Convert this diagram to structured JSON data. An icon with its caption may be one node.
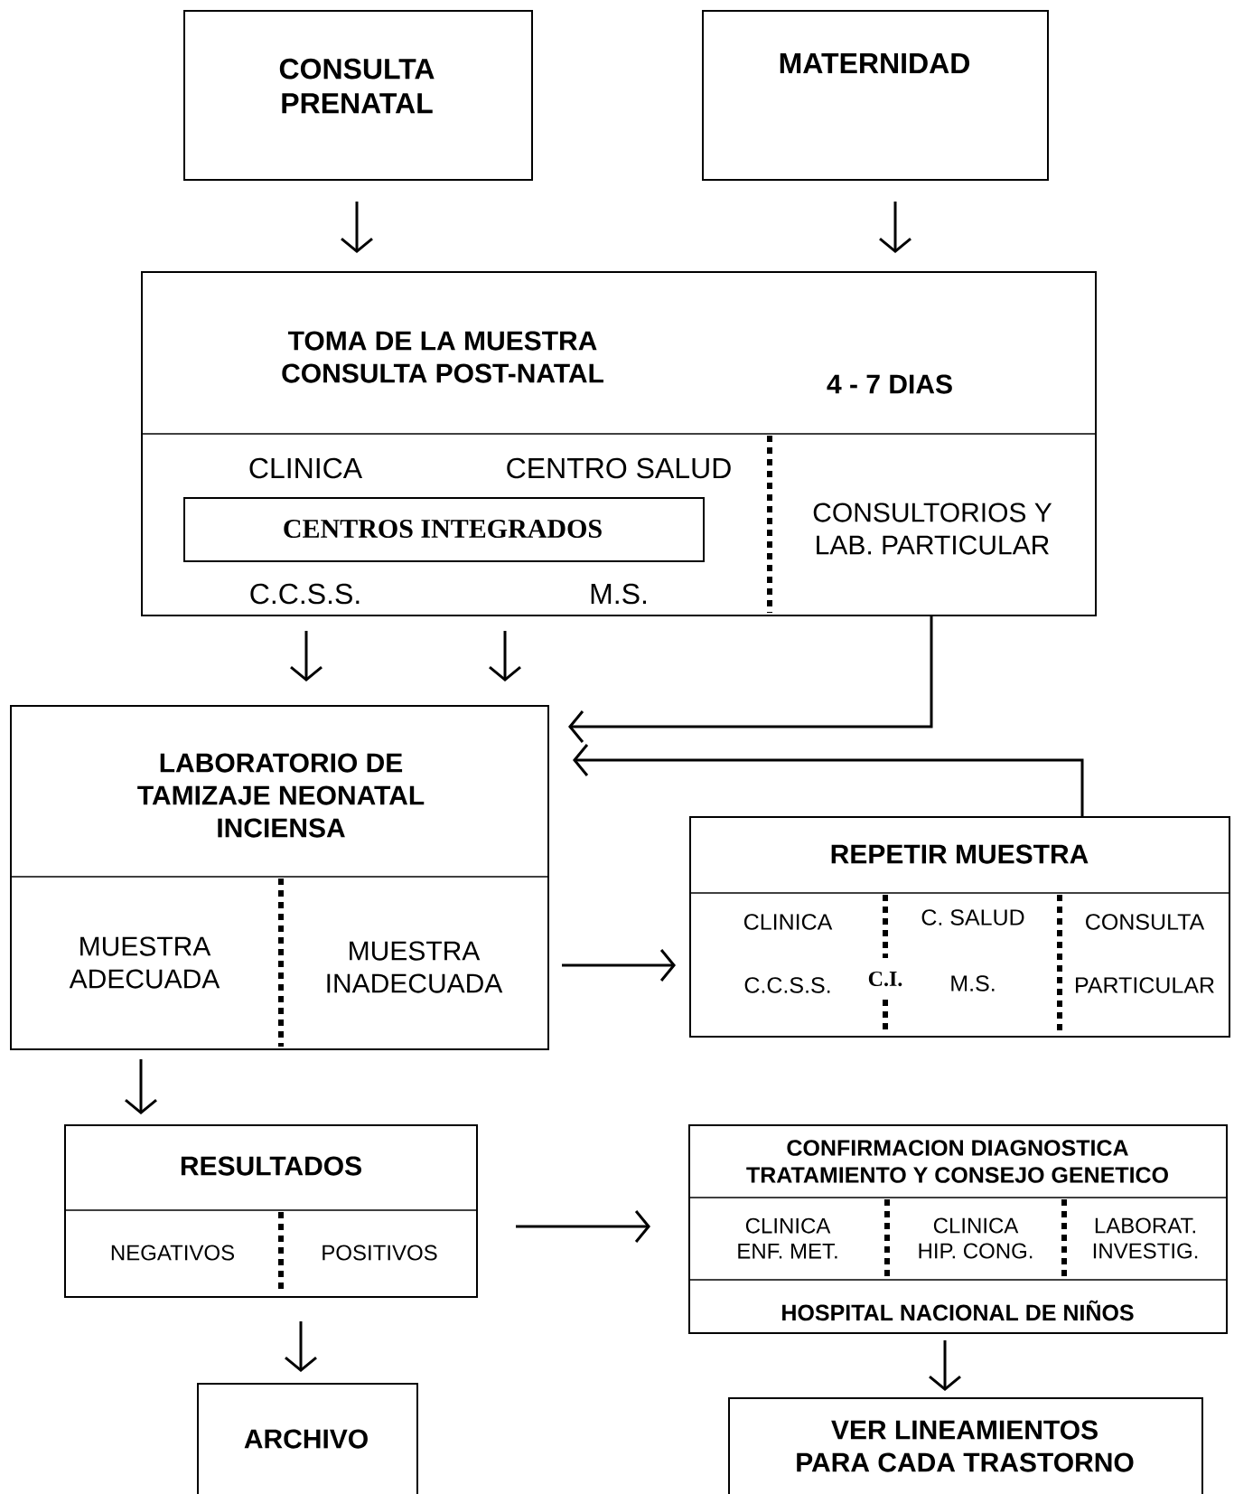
{
  "diagram": {
    "nodes": [
      {
        "text": [
          "CONSULTA PRENATAL"
        ]
      },
      {
        "text": [
          "MATERNIDAD"
        ]
      },
      {
        "text": [
          "TOMA DE LA MUESTRA CONSULTA POST-NATAL",
          "4 - 7 DIAS",
          "CLINICA",
          "CENTRO SALUD",
          "C.C.S.S.",
          "M.S.",
          "CONSULTORIOS Y LAB. PARTICULAR"
        ]
      },
      {
        "text": [
          "CENTROS INTEGRADOS"
        ],
        "in": 2
      },
      {
        "text": [
          "LABORATORIO DE TAMIZAJE NEONATAL INCIENSA",
          "MUESTRA ADECUADA",
          "MUESTRA INADECUADA"
        ]
      },
      {
        "text": [
          "REPETIR MUESTRA",
          "CLINICA",
          "C. SALUD",
          "CONSULTA",
          "C.C.S.S.",
          "C.I.",
          "M.S.",
          "PARTICULAR"
        ]
      },
      {
        "text": [
          "RESULTADOS",
          "NEGATIVOS",
          "POSITIVOS"
        ]
      },
      {
        "text": [
          "CONFIRMACION DIAGNOSTICA TRATAMIENTO Y CONSEJO GENETICO",
          "CLINICA ENF. MET.",
          "CLINICA HIP. CONG.",
          "LABORAT. INVESTIG.",
          "HOSPITAL NACIONAL DE NIÑOS"
        ]
      },
      {
        "text": [
          "ARCHIVO"
        ]
      },
      {
        "text": [
          "VER LINEAMIENTOS PARA CADA TRASTORNO"
        ]
      }
    ],
    "edges": [
      {
        "from": 0,
        "to": 2,
        "arrow": "to"
      },
      {
        "from": 1,
        "to": 2,
        "arrow": "to"
      },
      {
        "from": 2,
        "to": 4,
        "arrow": "to"
      },
      {
        "from": 2,
        "to": 4,
        "arrow": "to"
      },
      {
        "from": 2,
        "to": 4,
        "arrow": "to"
      },
      {
        "from": 5,
        "to": 4,
        "arrow": "to"
      },
      {
        "from": 4,
        "to": 5,
        "arrow": "to"
      },
      {
        "from": 4,
        "to": 6,
        "arrow": "to"
      },
      {
        "from": 6,
        "to": 8,
        "arrow": "to"
      },
      {
        "from": 6,
        "to": 7,
        "arrow": "to"
      },
      {
        "from": 7,
        "to": 9,
        "arrow": "to"
      }
    ]
  }
}
